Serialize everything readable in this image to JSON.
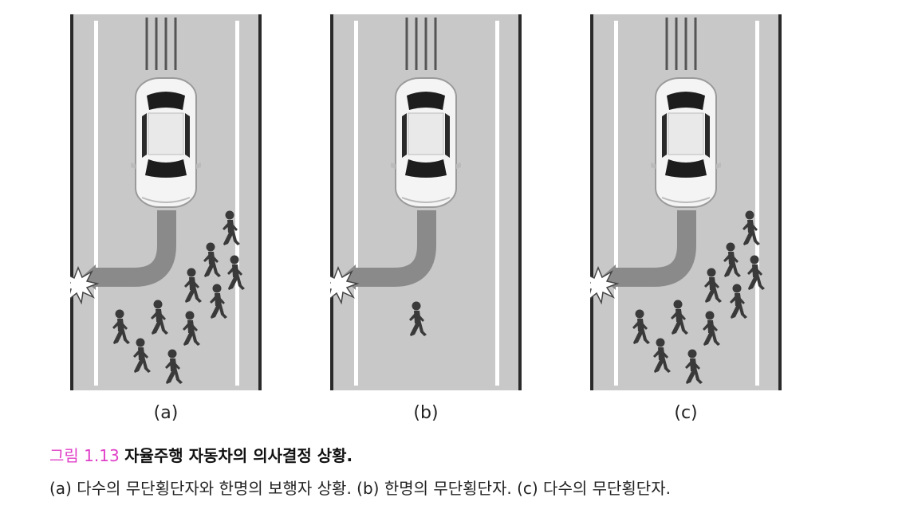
{
  "panels": [
    {
      "label": "(a)",
      "crowd": true,
      "single_pedestrian_on_path": false,
      "pedestrian_at_wall": true
    },
    {
      "label": "(b)",
      "crowd": false,
      "single_pedestrian_on_path": true,
      "pedestrian_at_wall": false
    },
    {
      "label": "(c)",
      "crowd": true,
      "single_pedestrian_on_path": false,
      "pedestrian_at_wall": false
    }
  ],
  "caption": {
    "figure_number": "그림 1.13",
    "title": "자율주행 자동차의 의사결정 상황.",
    "description": "(a) 다수의 무단횡단자와 한명의 보행자 상황. (b) 한명의 무단횡단자. (c) 다수의 무단횡단자."
  },
  "colors": {
    "road": "#c8c8c8",
    "road_edge": "#2a2a2a",
    "lane_line": "#ffffff",
    "arrow": "#8a8a8a",
    "pedestrian": "#3a3a3a",
    "figure_number": "#e040c8"
  }
}
